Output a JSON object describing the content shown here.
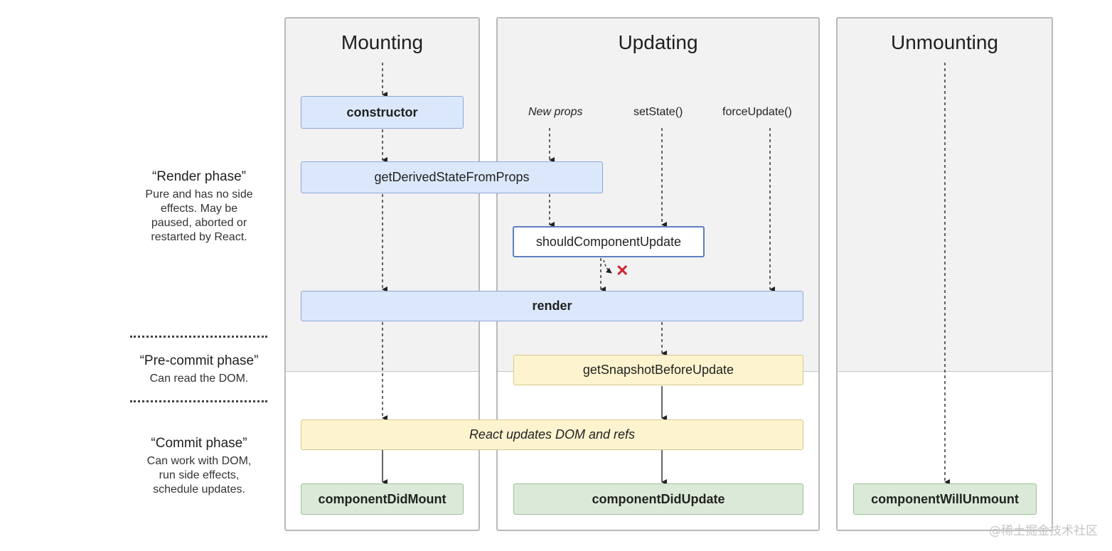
{
  "columns": {
    "mounting": "Mounting",
    "updating": "Updating",
    "unmounting": "Unmounting"
  },
  "phases": {
    "render": {
      "title": "“Render phase”",
      "desc": [
        "Pure and has no side",
        "effects. May be",
        "paused, aborted or",
        "restarted by React."
      ]
    },
    "precommit": {
      "title": "“Pre-commit phase”",
      "desc": [
        "Can read the DOM."
      ]
    },
    "commit": {
      "title": "“Commit phase”",
      "desc": [
        "Can work with DOM,",
        "run side effects,",
        "schedule updates."
      ]
    }
  },
  "triggers": {
    "new_props": "New props",
    "set_state": "setState()",
    "force_update": "forceUpdate()"
  },
  "boxes": {
    "constructor": "constructor",
    "get_derived": "getDerivedStateFromProps",
    "should_update": "shouldComponentUpdate",
    "render": "render",
    "snapshot": "getSnapshotBeforeUpdate",
    "dom_updates": "React updates DOM and refs",
    "did_mount": "componentDidMount",
    "did_update": "componentDidUpdate",
    "will_unmount": "componentWillUnmount"
  },
  "cross_symbol": "✕",
  "watermark": "@稀土掘金技术社区",
  "colors": {
    "render_box": "#dbe8fb",
    "commit_box": "#fdf4cf",
    "lifecycle_end_box": "#dbead8",
    "cross": "#d0222d"
  }
}
